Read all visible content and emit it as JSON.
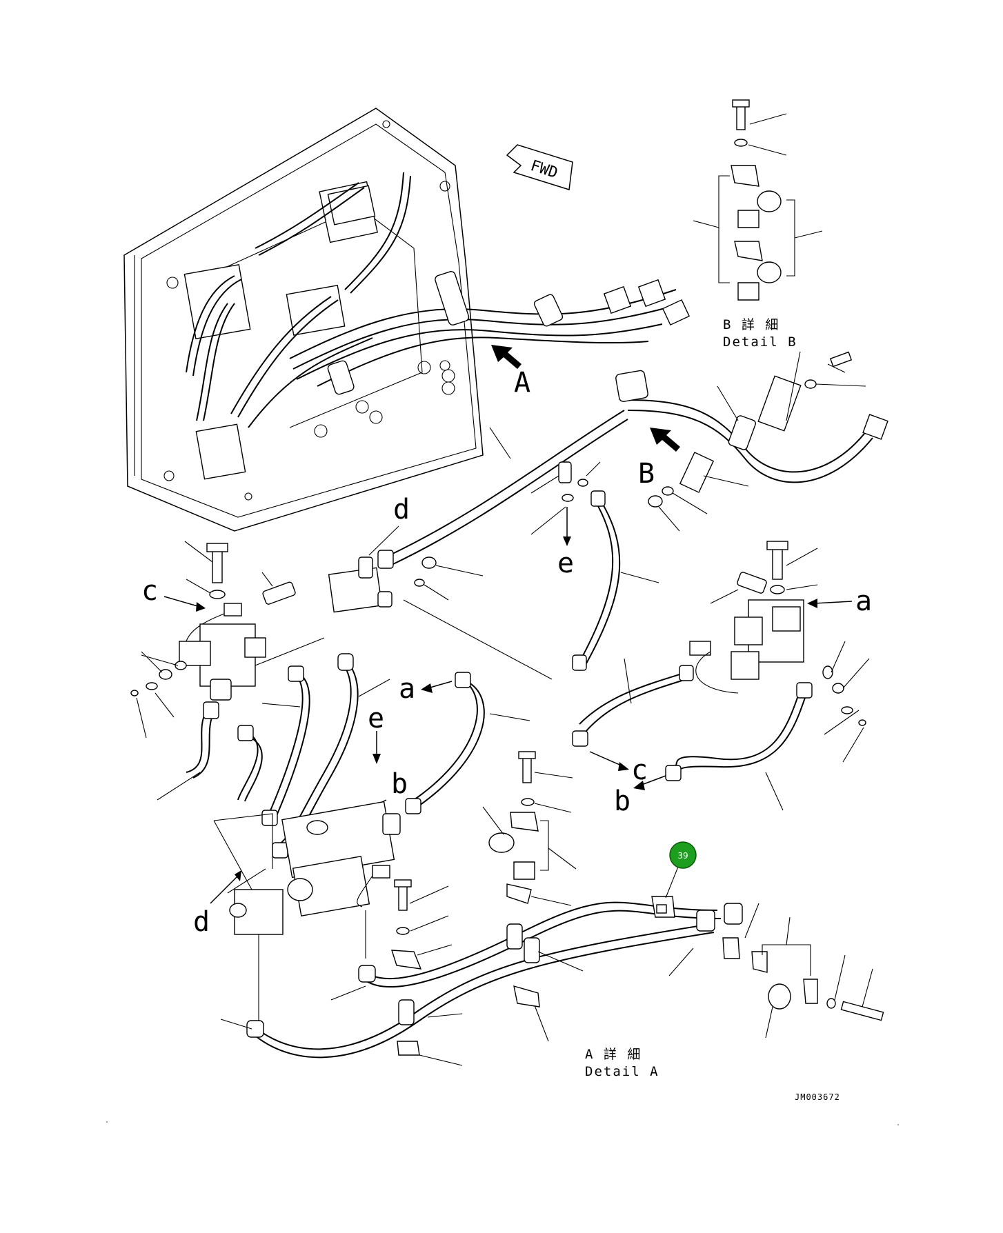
{
  "labels": {
    "fwd": "FWD",
    "view_a": "A",
    "view_b": "B",
    "ref_a_1": "a",
    "ref_a_2": "a",
    "ref_b_1": "b",
    "ref_b_2": "b",
    "ref_c_1": "c",
    "ref_c_2": "c",
    "ref_d_1": "d",
    "ref_d_2": "d",
    "ref_e_1": "e",
    "ref_e_2": "e"
  },
  "detail_b": {
    "jp": "B 詳 細",
    "en": "Detail B"
  },
  "detail_a": {
    "jp": "A 詳 細",
    "en": "Detail A"
  },
  "callout": {
    "number": "39",
    "color": "#1e9e1e"
  },
  "drawing_code": "JM003672"
}
